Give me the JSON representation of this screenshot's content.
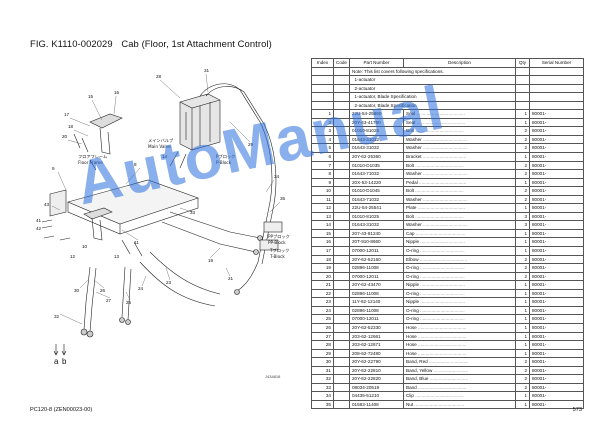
{
  "header": {
    "fig_number": "FIG. K1110-002029",
    "fig_title": "Cab (Floor, 1st Attachment Control)"
  },
  "diagram": {
    "labels": {
      "floor_frame_jp": "フロアフレーム",
      "floor_frame": "Floor Frame",
      "main_valve_jp": "メインバルブ",
      "main_valve": "Main Valve",
      "p_block_jp": "Pブロック",
      "p_block": "P-Block",
      "t_block_jp": "Tブロック",
      "t_block": "T-Block",
      "pp_block_jp": "PPブロック",
      "pp_block": "PP-Block",
      "a": "a",
      "b": "b",
      "ab": "a b"
    },
    "callouts": [
      "15",
      "16",
      "17",
      "18",
      "20",
      "22",
      "28",
      "29",
      "31",
      "9",
      "10",
      "9",
      "10",
      "12",
      "13",
      "1",
      "11",
      "14",
      "23",
      "8",
      "34",
      "35",
      "33",
      "19",
      "2",
      "4",
      "11",
      "16",
      "1",
      "6",
      "9",
      "10",
      "23",
      "24",
      "7",
      "32",
      "3",
      "5",
      "5",
      "43",
      "42",
      "6",
      "21",
      "30",
      "26",
      "25",
      "27",
      "41",
      "39",
      "40"
    ],
    "figure_id": "J434818"
  },
  "table": {
    "headers": [
      "Index",
      "Code",
      "Part Number",
      "Description",
      "Qty",
      "Serial Number"
    ],
    "notes": [
      "Note: This list covers following specifications.",
      "  1-actuator",
      "  2-actuator",
      "  1-actuator, Blade Specification",
      "  2-actuator, Blade Specification"
    ],
    "rows": [
      {
        "index": "1",
        "part": "22U-54-25660",
        "desc": "Seal",
        "qty": "1",
        "serial": "80001-"
      },
      {
        "index": "2",
        "part": "20Y-43-41760",
        "desc": "Seat",
        "qty": "1",
        "serial": "80001-"
      },
      {
        "index": "3",
        "part": "01010-81025",
        "desc": "Bolt",
        "qty": "2",
        "serial": "80001-"
      },
      {
        "index": "4",
        "part": "01643-31032",
        "desc": "Washer",
        "qty": "2",
        "serial": "80001-"
      },
      {
        "index": "5",
        "part": "01643-31032",
        "desc": "Washer",
        "qty": "2",
        "serial": "80001-"
      },
      {
        "index": "6",
        "part": "20Y-62-25360",
        "desc": "Bracket",
        "qty": "1",
        "serial": "80001-"
      },
      {
        "index": "7",
        "part": "01010-D1035",
        "desc": "Bolt",
        "qty": "2",
        "serial": "80001-"
      },
      {
        "index": "8",
        "part": "01643-71032",
        "desc": "Washer",
        "qty": "2",
        "serial": "80001-"
      },
      {
        "index": "9",
        "part": "20X-53-14220",
        "desc": "Pedal",
        "qty": "1",
        "serial": "80001-"
      },
      {
        "index": "10",
        "part": "01010-D1045",
        "desc": "Bolt",
        "qty": "2",
        "serial": "80001-"
      },
      {
        "index": "11",
        "part": "01643-71032",
        "desc": "Washer",
        "qty": "2",
        "serial": "80001-"
      },
      {
        "index": "12",
        "part": "22U-54-25541",
        "desc": "Plate",
        "qty": "1",
        "serial": "80001-"
      },
      {
        "index": "13",
        "part": "01010-81025",
        "desc": "Bolt",
        "qty": "3",
        "serial": "80001-"
      },
      {
        "index": "14",
        "part": "01643-31032",
        "desc": "Washer",
        "qty": "3",
        "serial": "80001-"
      },
      {
        "index": "15",
        "part": "207-43-81240",
        "desc": "Cap",
        "qty": "1",
        "serial": "80001-"
      },
      {
        "index": "16",
        "part": "20T-910-8660",
        "desc": "Nipple",
        "qty": "1",
        "serial": "80001-"
      },
      {
        "index": "17",
        "part": "07000-12011",
        "desc": "O-ring",
        "qty": "1",
        "serial": "80001-"
      },
      {
        "index": "18",
        "part": "20Y-62-52160",
        "desc": "Elbow",
        "qty": "2",
        "serial": "80001-"
      },
      {
        "index": "19",
        "part": "02896-11008",
        "desc": "O-ring",
        "qty": "2",
        "serial": "80001-"
      },
      {
        "index": "20",
        "part": "07000-12011",
        "desc": "O-ring",
        "qty": "2",
        "serial": "80001-"
      },
      {
        "index": "21",
        "part": "20Y-62-43470",
        "desc": "Nipple",
        "qty": "1",
        "serial": "80001-"
      },
      {
        "index": "22",
        "part": "02896-11008",
        "desc": "O-ring",
        "qty": "1",
        "serial": "80001-"
      },
      {
        "index": "23",
        "part": "11Y-62-12140",
        "desc": "Nipple",
        "qty": "1",
        "serial": "80001-"
      },
      {
        "index": "24",
        "part": "02896-11008",
        "desc": "O-ring",
        "qty": "1",
        "serial": "80001-"
      },
      {
        "index": "25",
        "part": "07000-12011",
        "desc": "O-ring",
        "qty": "1",
        "serial": "80001-"
      },
      {
        "index": "26",
        "part": "20Y-62-52330",
        "desc": "Hose",
        "qty": "1",
        "serial": "80001-"
      },
      {
        "index": "27",
        "part": "203-62-12661",
        "desc": "Hose",
        "qty": "1",
        "serial": "80001-"
      },
      {
        "index": "28",
        "part": "203-62-12671",
        "desc": "Hose",
        "qty": "1",
        "serial": "80001-"
      },
      {
        "index": "29",
        "part": "208-62-72480",
        "desc": "Hose",
        "qty": "1",
        "serial": "80001-"
      },
      {
        "index": "30",
        "part": "20Y-62-22790",
        "desc": "Band, Red",
        "qty": "2",
        "serial": "80001-"
      },
      {
        "index": "31",
        "part": "20Y-62-22810",
        "desc": "Band, Yellow",
        "qty": "2",
        "serial": "80001-"
      },
      {
        "index": "32",
        "part": "20Y-62-22820",
        "desc": "Band, Blue",
        "qty": "2",
        "serial": "80001-"
      },
      {
        "index": "33",
        "part": "08034-20519",
        "desc": "Band",
        "qty": "2",
        "serial": "80001-"
      },
      {
        "index": "34",
        "part": "04435-51210",
        "desc": "Clip",
        "qty": "1",
        "serial": "80001-"
      },
      {
        "index": "35",
        "part": "01583-11408",
        "desc": "Nut",
        "qty": "1",
        "serial": "80001-"
      }
    ]
  },
  "footer": {
    "model": "PC120-8 (ZEN00023-00)",
    "page": "573"
  },
  "watermark": {
    "text": "AutoManual",
    "color": "#2a6edc"
  }
}
